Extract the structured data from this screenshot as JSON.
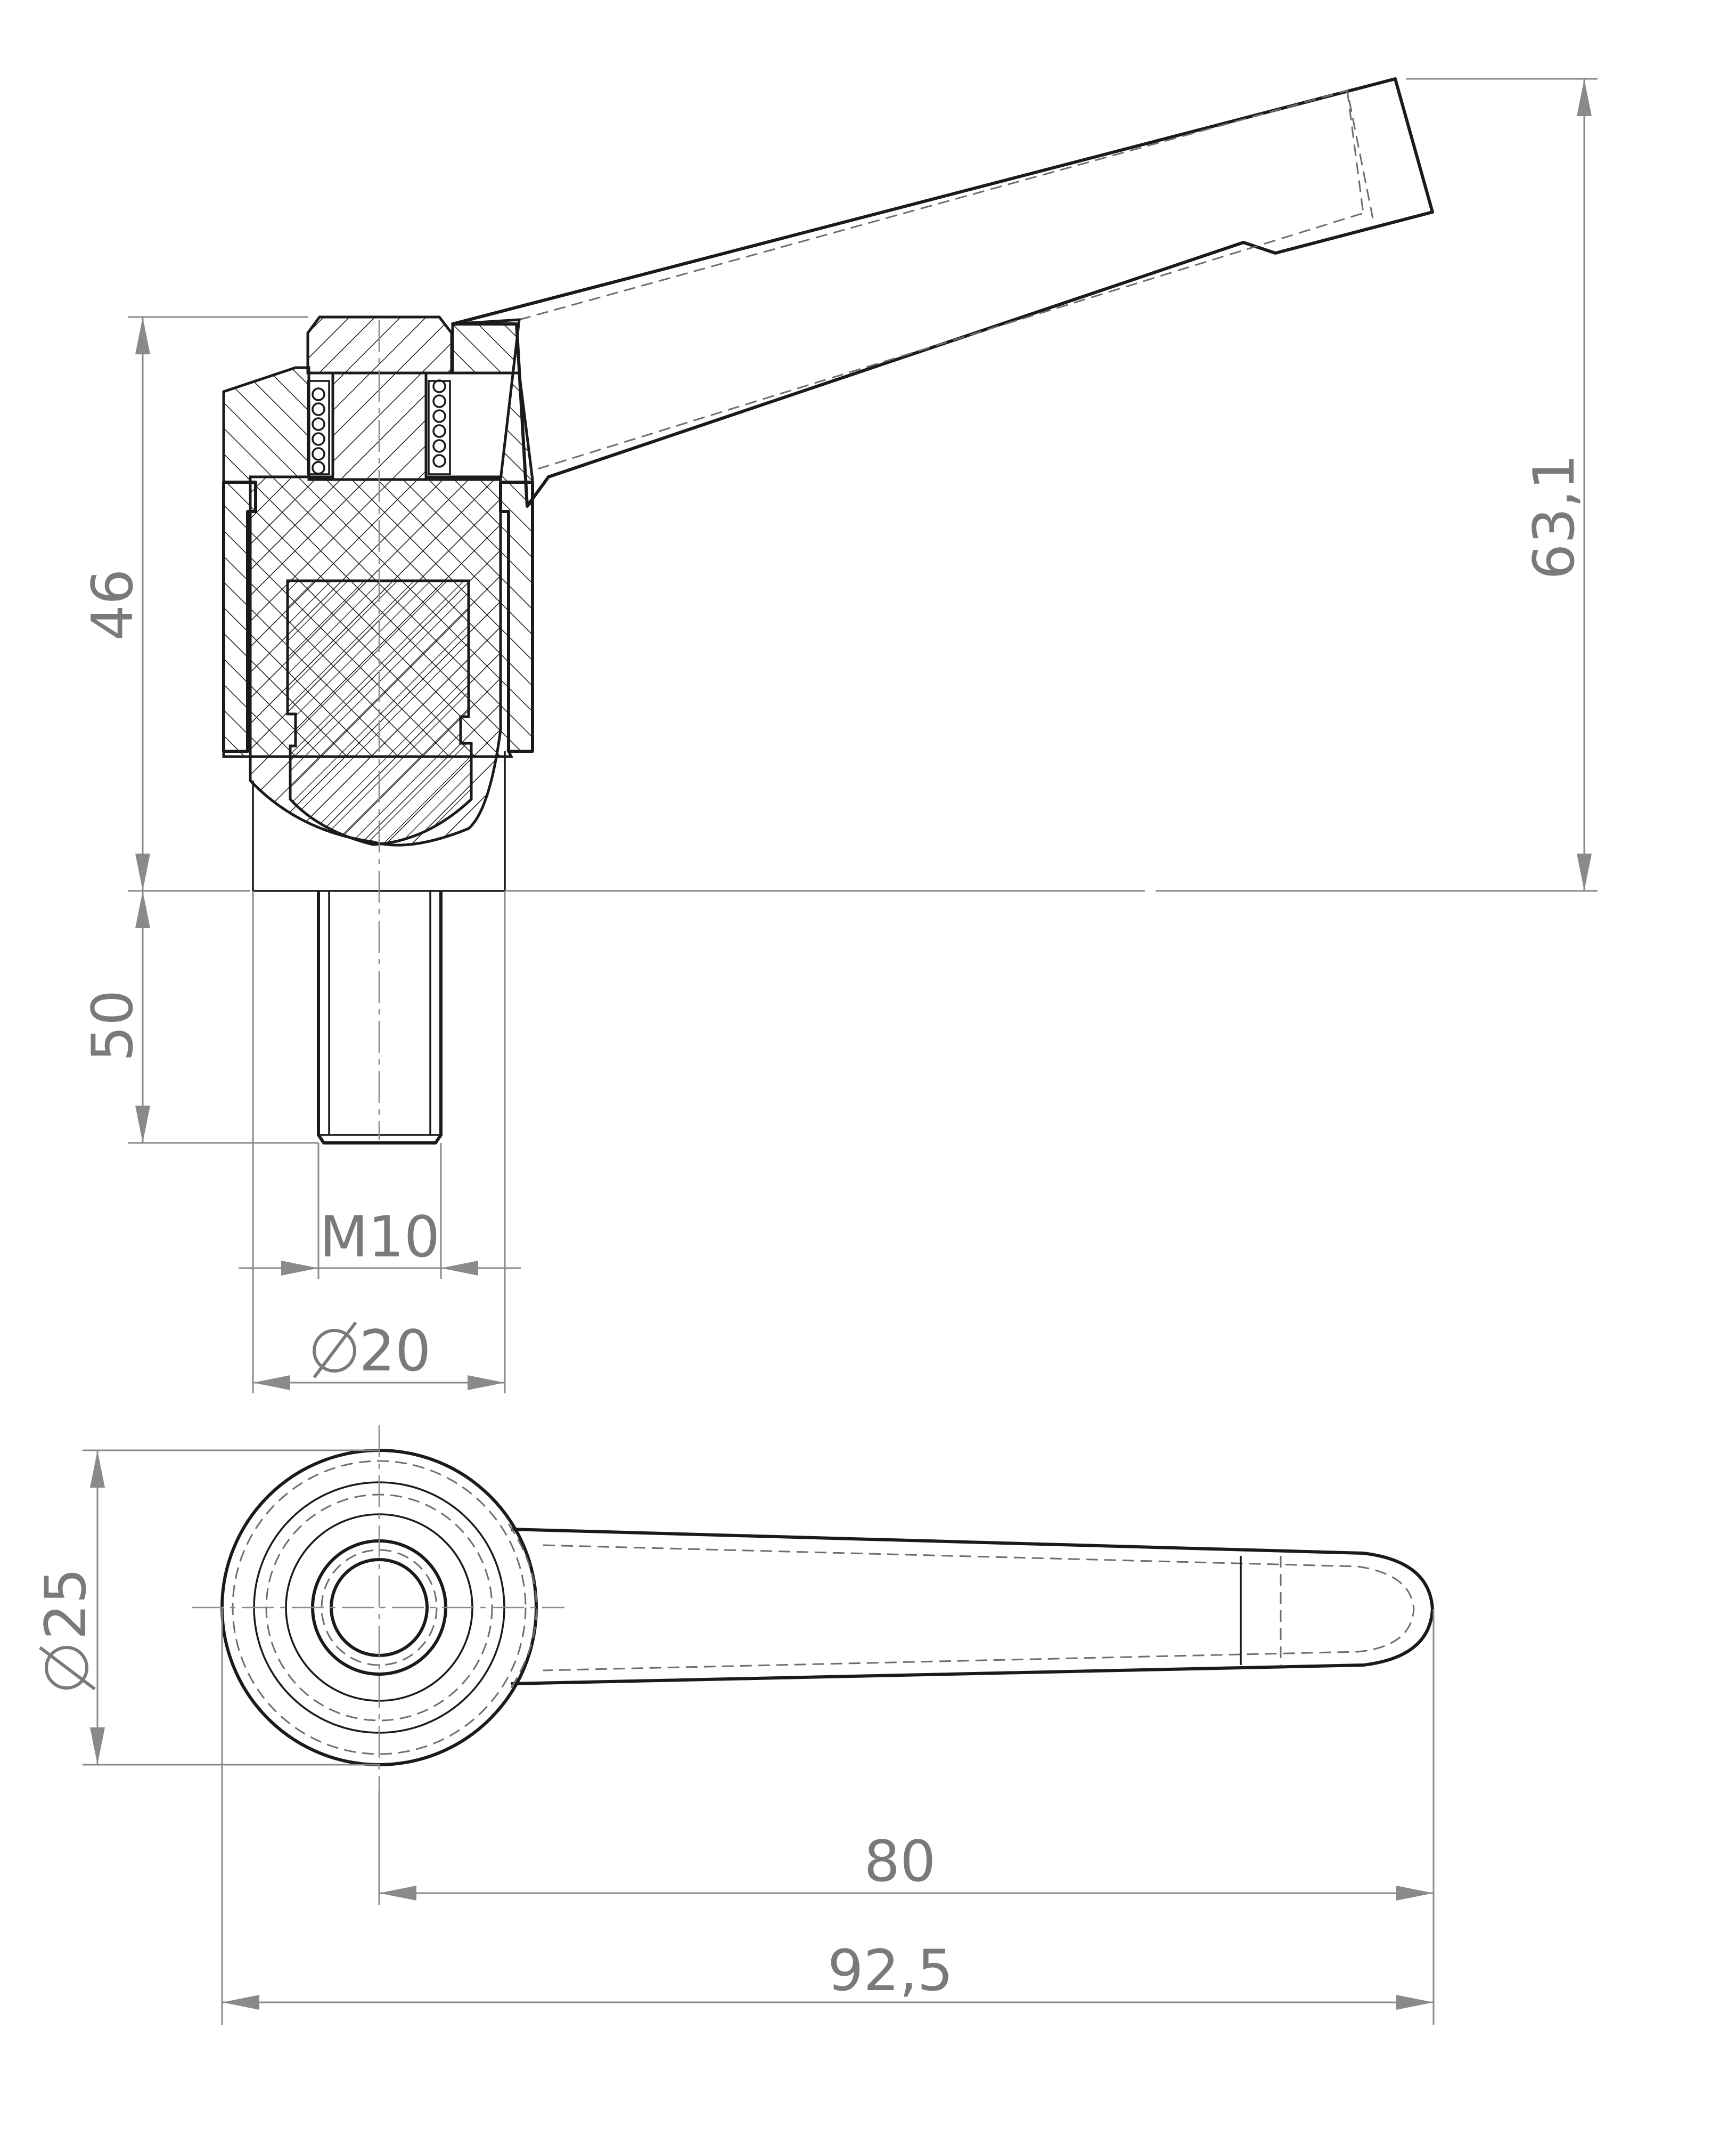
{
  "dimensions": {
    "height_upper": "46",
    "height_total": "63,1",
    "thread_length": "50",
    "thread_size": "M10",
    "hub_diameter": "20",
    "boss_diameter": "25",
    "lever_length": "80",
    "overall_length": "92,5"
  },
  "colors": {
    "outline": "#1a1a1a",
    "dimension": "#8a8a8a",
    "dimension_text": "#7a7a7a",
    "background": "#ffffff"
  }
}
